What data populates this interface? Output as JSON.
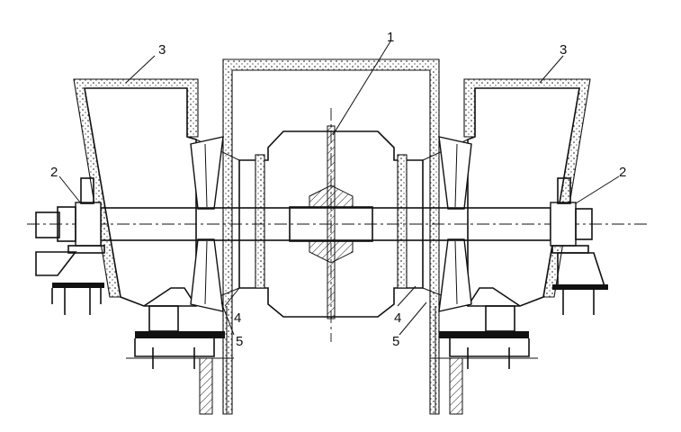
{
  "labels": {
    "l1": "1",
    "l2_left": "2",
    "l2_right": "2",
    "l3_left": "3",
    "l3_right": "3",
    "l4_left": "4",
    "l4_right": "4",
    "l5_left": "5",
    "l5_right": "5"
  },
  "colors": {
    "ink": "#111111",
    "paper": "#ffffff"
  }
}
